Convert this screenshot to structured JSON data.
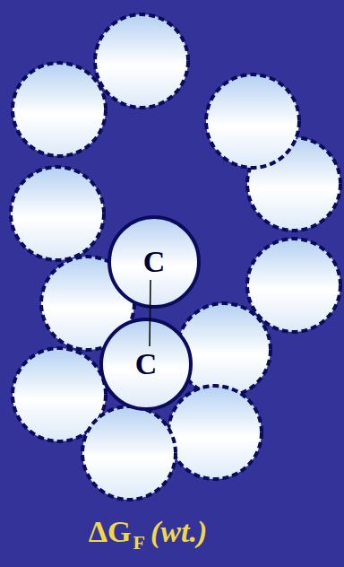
{
  "diagram": {
    "nodes": [
      {
        "text": [
          "C"
        ]
      },
      {
        "text": [
          "C"
        ]
      }
    ],
    "edges": [
      {
        "from": 0,
        "to": 1,
        "arrow": "none"
      }
    ],
    "labels": [
      "ΔG",
      "F",
      "(wt.)"
    ]
  }
}
